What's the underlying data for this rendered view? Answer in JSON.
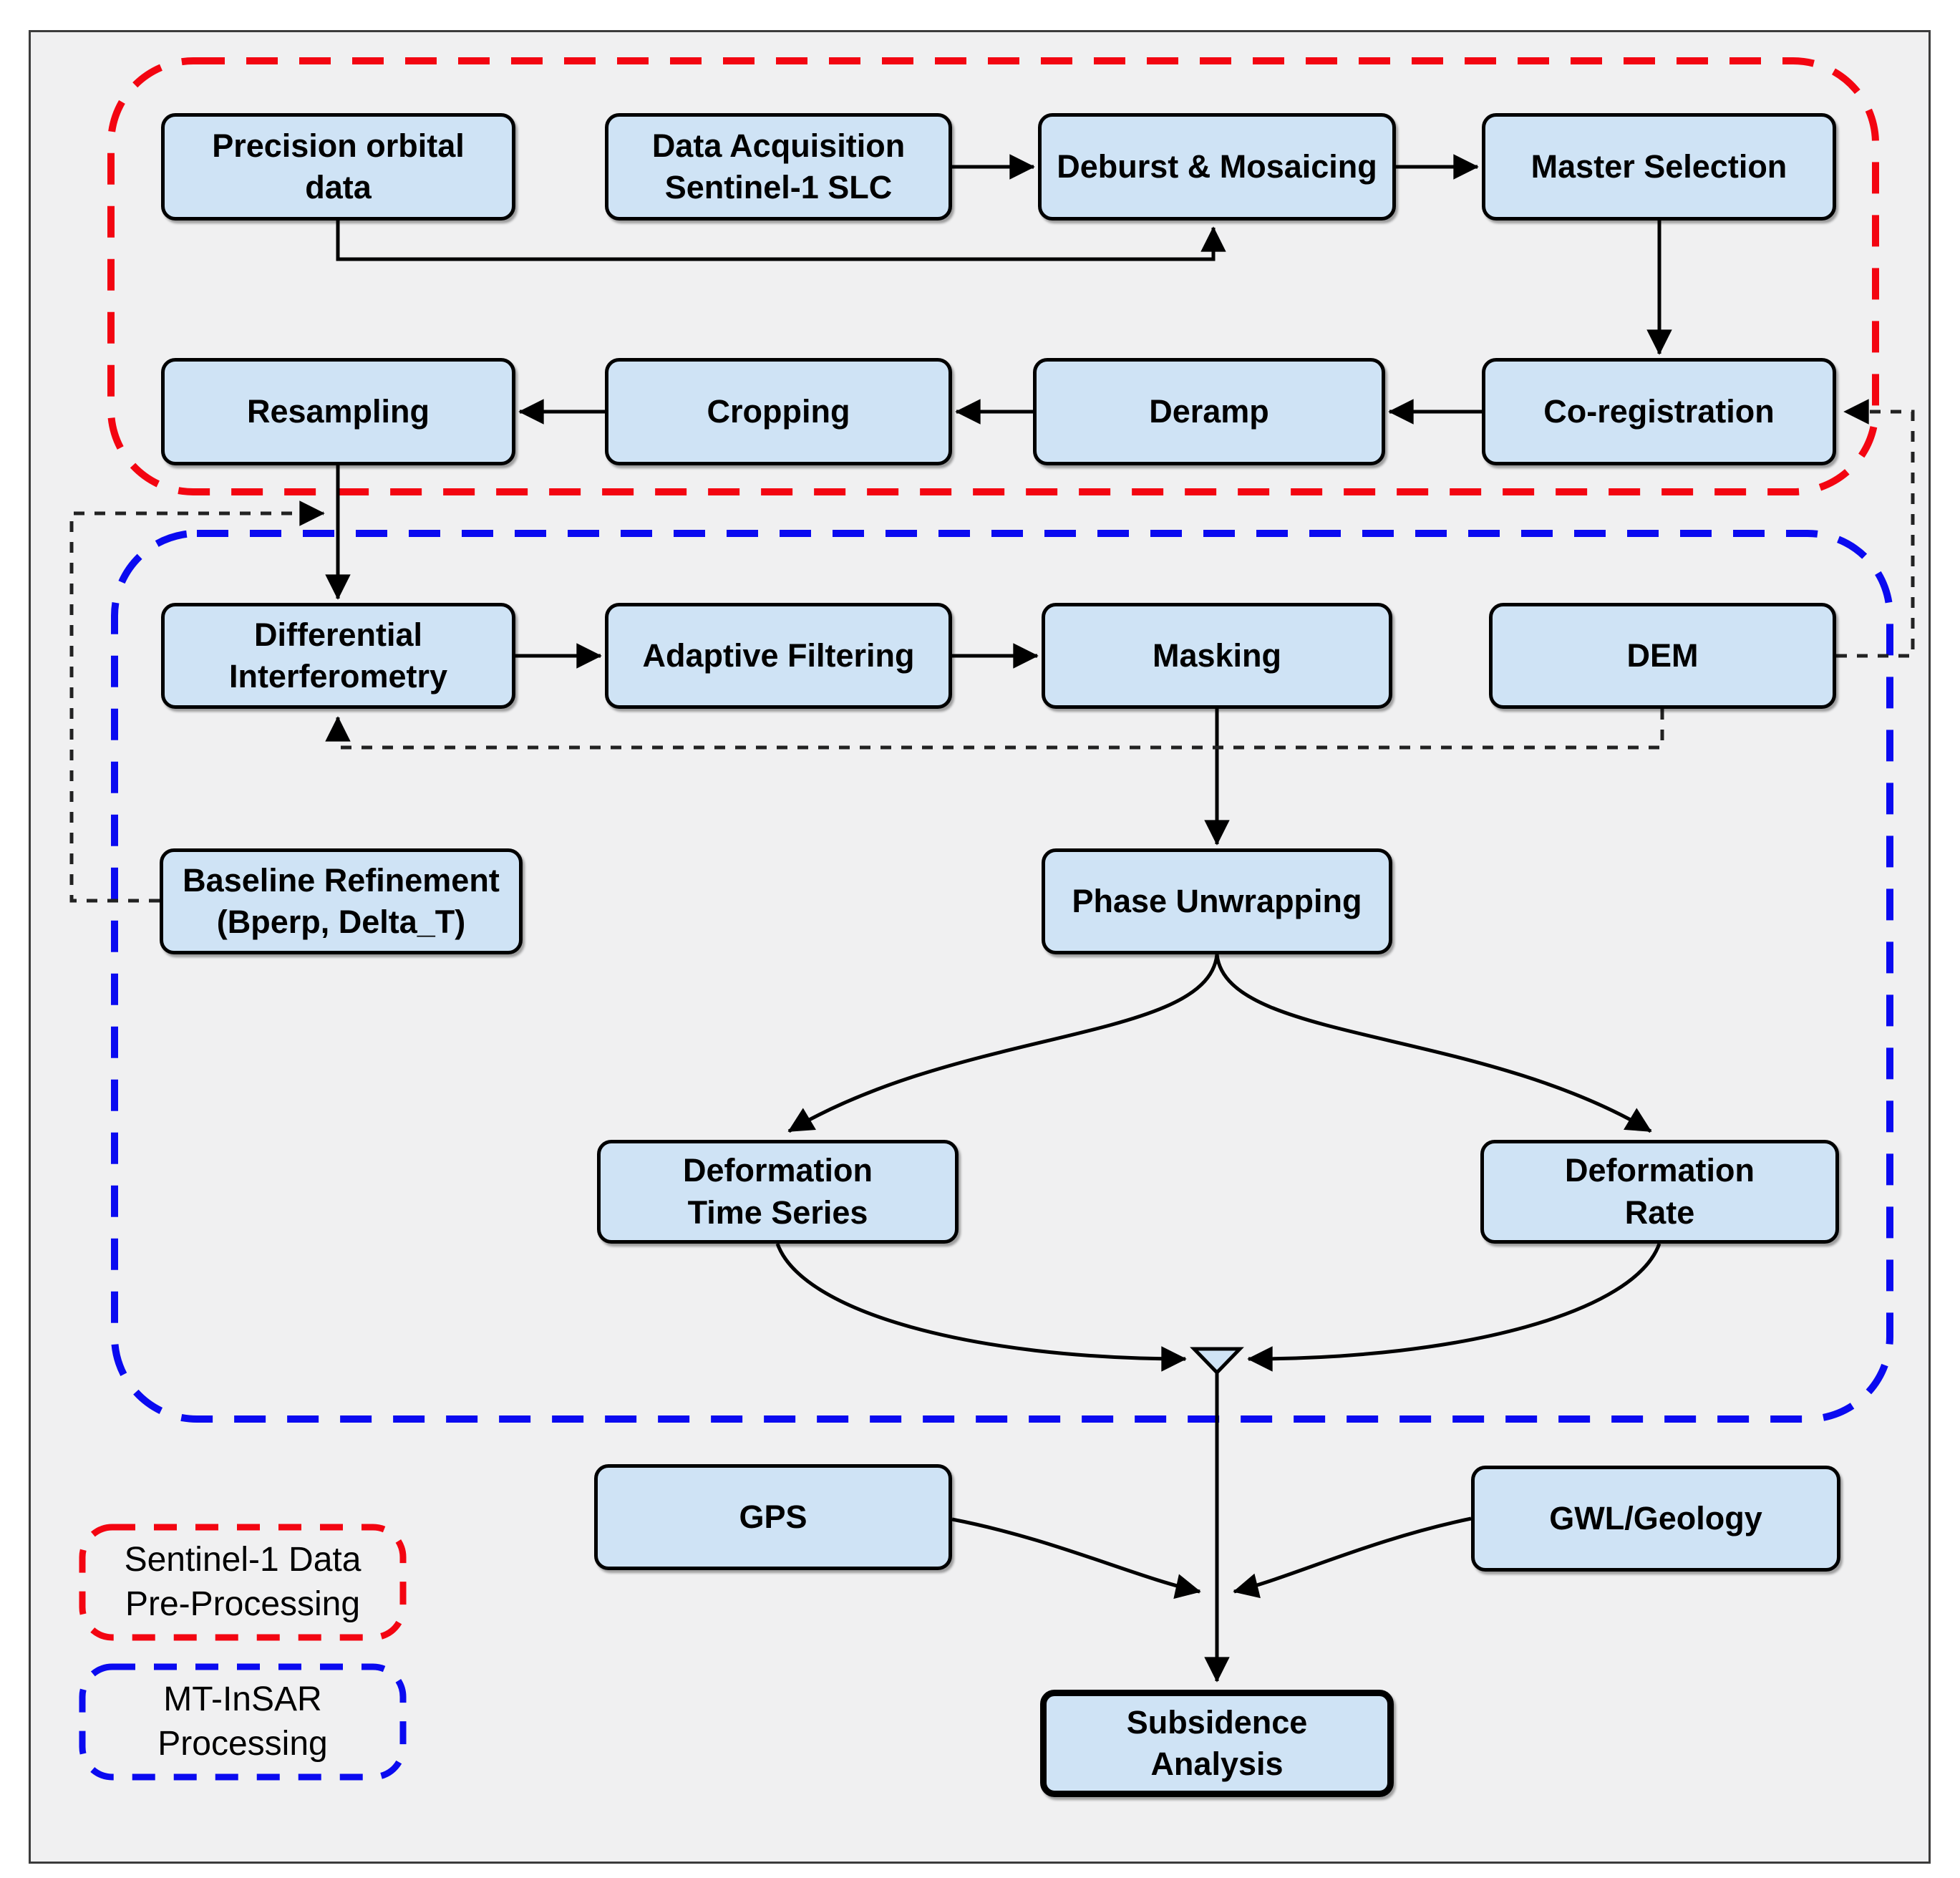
{
  "colors": {
    "red": "#f30511",
    "blue": "#0a0af0",
    "box_fill": "#cfe3f5",
    "dashed_line": "#222222",
    "background": "#f0f0f1",
    "frame_border": "#3c3c3c"
  },
  "nodes": {
    "precision_orbital": {
      "label": "Precision orbital\ndata"
    },
    "data_acquisition": {
      "label": "Data Acquisition\nSentinel-1 SLC"
    },
    "deburst_mosaicing": {
      "label": "Deburst & Mosaicing"
    },
    "master_selection": {
      "label": "Master Selection"
    },
    "resampling": {
      "label": "Resampling"
    },
    "cropping": {
      "label": "Cropping"
    },
    "deramp": {
      "label": "Deramp"
    },
    "co_registration": {
      "label": "Co-registration"
    },
    "differential_interferometry": {
      "label": "Differential\nInterferometry"
    },
    "adaptive_filtering": {
      "label": "Adaptive Filtering"
    },
    "masking": {
      "label": "Masking"
    },
    "dem": {
      "label": "DEM"
    },
    "baseline_refinement": {
      "label": "Baseline Refinement\n(Bperp, Delta_T)"
    },
    "phase_unwrapping": {
      "label": "Phase Unwrapping"
    },
    "deformation_time_series": {
      "label": "Deformation\nTime Series"
    },
    "deformation_rate": {
      "label": "Deformation\nRate"
    },
    "gps": {
      "label": "GPS"
    },
    "gwl_geology": {
      "label": "GWL/Geology"
    },
    "subsidence_analysis": {
      "label": "Subsidence\nAnalysis"
    }
  },
  "legend": {
    "sentinel": {
      "label": "Sentinel-1 Data\nPre-Processing"
    },
    "mtinsar": {
      "label": "MT-InSAR\nProcessing"
    }
  }
}
